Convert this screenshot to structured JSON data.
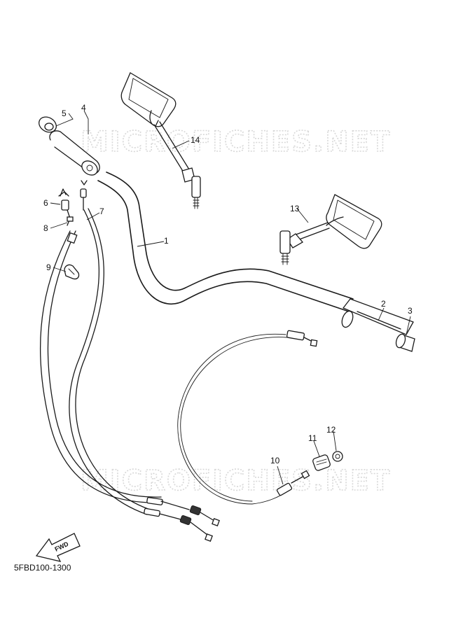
{
  "watermark": "MICROFICHES.NET",
  "drawing_code": "5FBD100-1300",
  "fwd_label": "FWD",
  "callouts": [
    "1",
    "2",
    "3",
    "4",
    "5",
    "6",
    "7",
    "8",
    "9",
    "10",
    "11",
    "12",
    "13",
    "14"
  ]
}
